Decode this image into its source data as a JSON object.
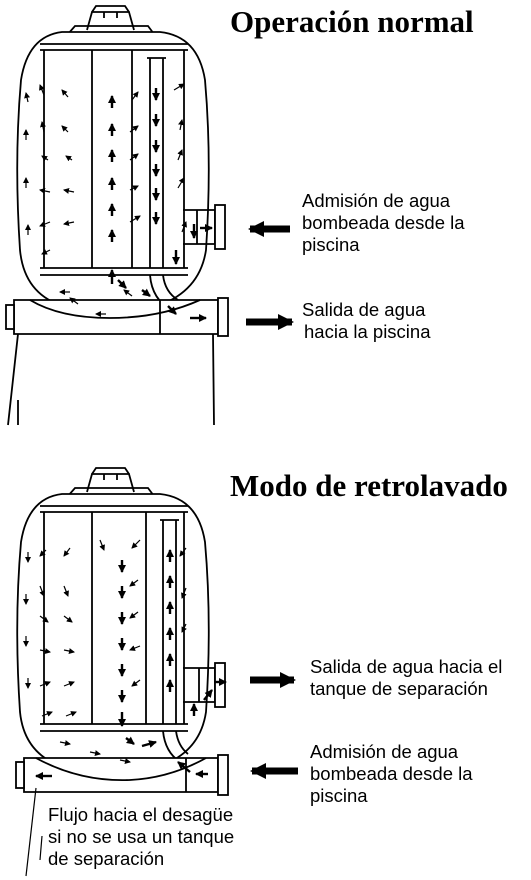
{
  "normal": {
    "title": "Operación normal",
    "intake_label": [
      "Admisión de agua",
      "bombeada desde la",
      "piscina"
    ],
    "outlet_label": [
      "Salida de agua",
      "hacia la piscina"
    ]
  },
  "backwash": {
    "title": "Modo de retrolavado",
    "outlet_label": [
      "Salida de agua hacia el",
      "tanque de separación"
    ],
    "intake_label": [
      "Admisión de agua",
      "bombeada desde la",
      "piscina"
    ],
    "drain_label": [
      "Flujo hacia el desagüe",
      "si no se usa un tanque",
      "de separación"
    ]
  },
  "colors": {
    "ink": "#000000",
    "background": "#ffffff"
  }
}
